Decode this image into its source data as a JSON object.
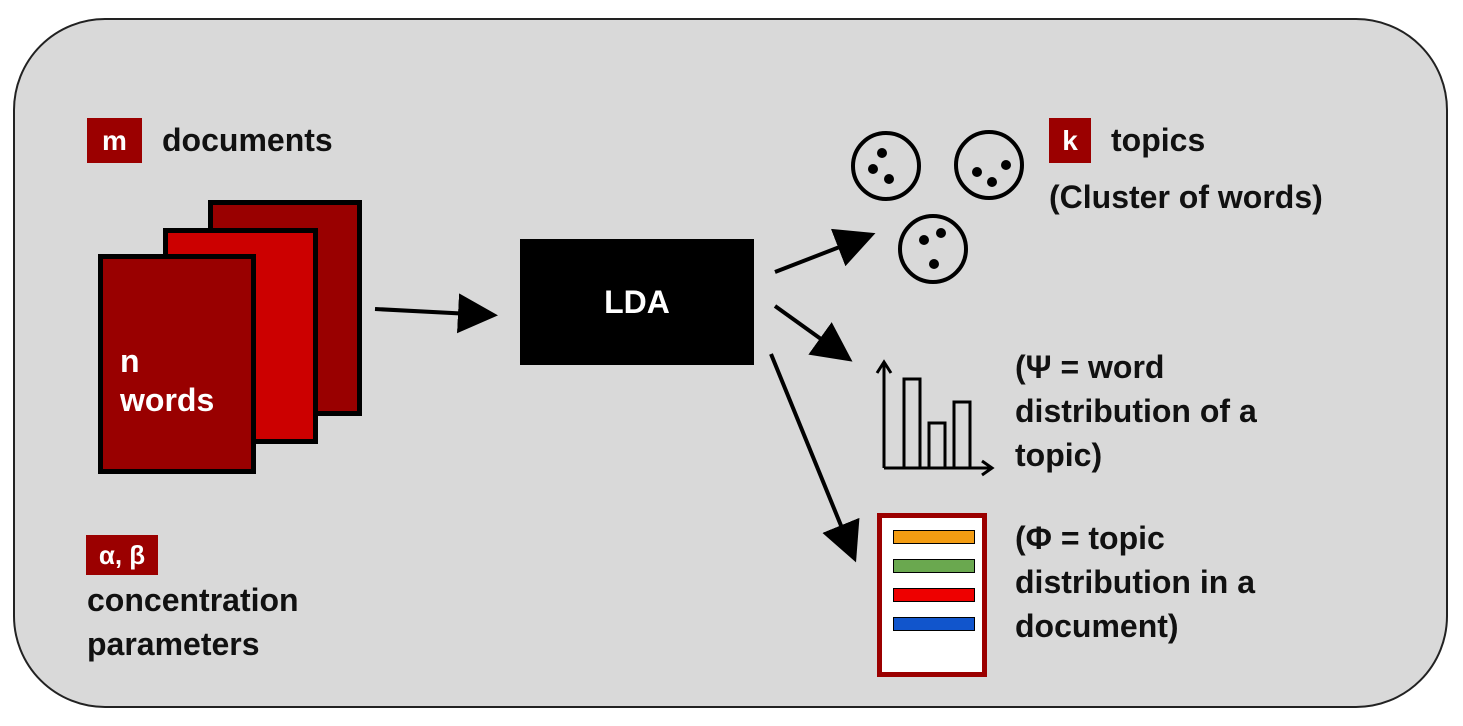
{
  "documents": {
    "count_badge": "m",
    "label": "documents",
    "doc_text_line1": "n",
    "doc_text_line2": "words"
  },
  "params": {
    "badge": "α, β",
    "line1": "concentration",
    "line2": "parameters"
  },
  "model": {
    "label": "LDA"
  },
  "topics": {
    "count_badge": "k",
    "label": "topics",
    "sublabel": "(Cluster of words)"
  },
  "word_distribution": {
    "line1": "(Ψ = word",
    "line2": "distribution of a",
    "line3": "topic)"
  },
  "topic_distribution": {
    "line1": "(Φ = topic",
    "line2": "distribution in a",
    "line3": "document)",
    "bar_colors": [
      "#f39c12",
      "#6aa84f",
      "#ee0000",
      "#1155cc"
    ]
  },
  "colors": {
    "panel_background": "#d9d9d9",
    "badge": "#9b0000",
    "doc_dark": "#990000",
    "doc_bright": "#cc0000"
  }
}
